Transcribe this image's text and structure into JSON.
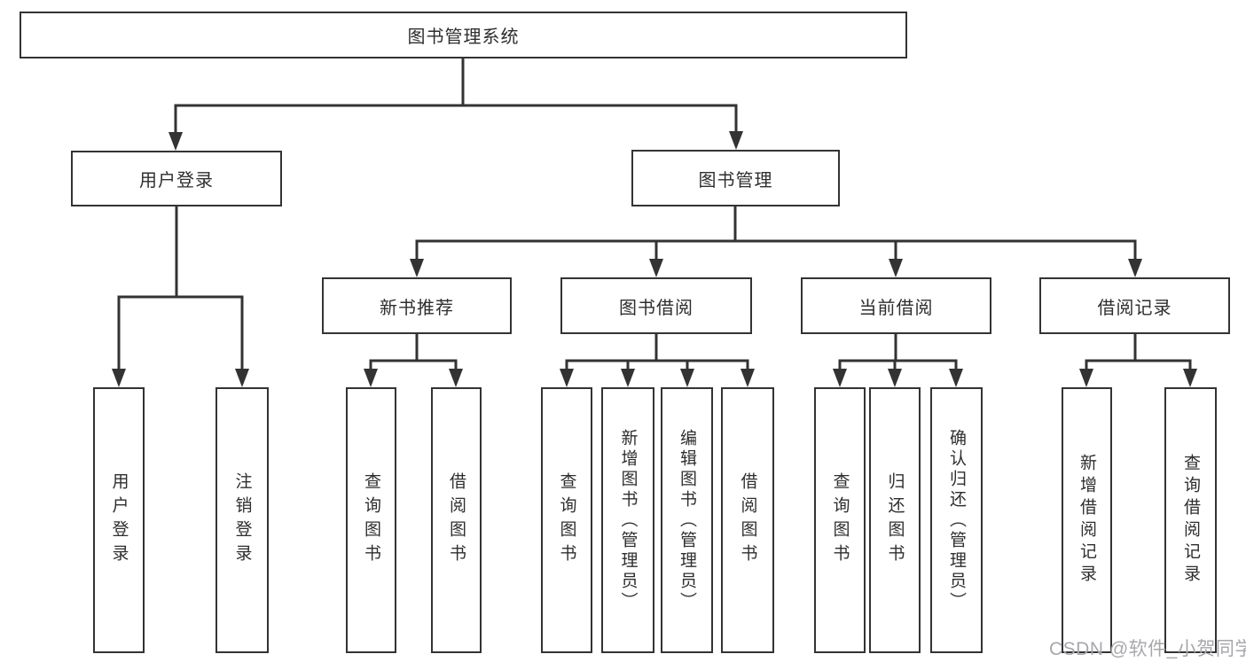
{
  "diagram": {
    "type": "hierarchy-tree",
    "title": "图书管理系统",
    "nodes": {
      "root": {
        "label": "图书管理系统"
      },
      "user_login": {
        "label": "用户登录"
      },
      "book_mgmt": {
        "label": "图书管理"
      },
      "new_book_rec": {
        "label": "新书推荐"
      },
      "book_borrow": {
        "label": "图书借阅"
      },
      "current_borrow": {
        "label": "当前借阅"
      },
      "borrow_records": {
        "label": "借阅记录"
      },
      "leaf_user_login": {
        "label": "用户登录"
      },
      "leaf_logout": {
        "label": "注销登录"
      },
      "leaf_nbr_query": {
        "label": "查询图书"
      },
      "leaf_nbr_borrow": {
        "label": "借阅图书"
      },
      "leaf_bb_query": {
        "label": "查询图书"
      },
      "leaf_bb_add": {
        "label": "新增图书（管理员）"
      },
      "leaf_bb_edit": {
        "label": "编辑图书（管理员）"
      },
      "leaf_bb_borrow": {
        "label": "借阅图书"
      },
      "leaf_cb_query": {
        "label": "查询图书"
      },
      "leaf_cb_return": {
        "label": "归还图书"
      },
      "leaf_cb_confirm": {
        "label": "确认归还（管理员）"
      },
      "leaf_br_add": {
        "label": "新增借阅记录"
      },
      "leaf_br_query": {
        "label": "查询借阅记录"
      }
    },
    "edges": [
      [
        "图书管理系统",
        "用户登录"
      ],
      [
        "图书管理系统",
        "图书管理"
      ],
      [
        "用户登录",
        "用户登录(叶)"
      ],
      [
        "用户登录",
        "注销登录"
      ],
      [
        "图书管理",
        "新书推荐"
      ],
      [
        "图书管理",
        "图书借阅"
      ],
      [
        "图书管理",
        "当前借阅"
      ],
      [
        "图书管理",
        "借阅记录"
      ],
      [
        "新书推荐",
        "查询图书"
      ],
      [
        "新书推荐",
        "借阅图书"
      ],
      [
        "图书借阅",
        "查询图书"
      ],
      [
        "图书借阅",
        "新增图书（管理员）"
      ],
      [
        "图书借阅",
        "编辑图书（管理员）"
      ],
      [
        "图书借阅",
        "借阅图书"
      ],
      [
        "当前借阅",
        "查询图书"
      ],
      [
        "当前借阅",
        "归还图书"
      ],
      [
        "当前借阅",
        "确认归还（管理员）"
      ],
      [
        "借阅记录",
        "新增借阅记录"
      ],
      [
        "借阅记录",
        "查询借阅记录"
      ]
    ],
    "colors": {
      "line": "#333333",
      "box_border": "#333333",
      "box_fill": "#ffffff",
      "text": "#2e2e2e",
      "watermark_text": "#a7a7ac",
      "background": "#ffffff"
    }
  },
  "watermark": {
    "text": "CSDN @软件_小贺同学"
  }
}
